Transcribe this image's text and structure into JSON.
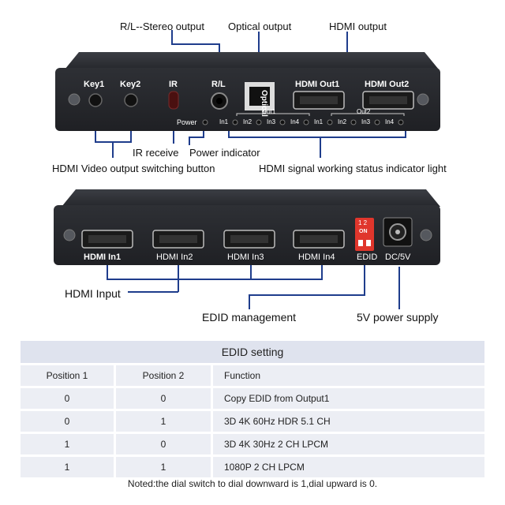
{
  "callouts": {
    "stereo": "R/L--Stereo output",
    "optical": "Optical output",
    "hdmi_out": "HDMI output",
    "ir_receive": "IR receive",
    "power_indicator": "Power indicator",
    "switch_button": "HDMI Video output switching button",
    "status_light": "HDMI signal working status indicator light",
    "hdmi_input": "HDMI Input",
    "edid_mgmt": "EDID management",
    "power_supply": "5V power supply"
  },
  "front_panel": {
    "key1": "Key1",
    "key2": "Key2",
    "ir": "IR",
    "rl": "R/L",
    "optical": "Optical",
    "hdmi_out1": "HDMI Out1",
    "hdmi_out2": "HDMI Out2",
    "power": "Power",
    "out1": "Out1",
    "out2": "Out2",
    "in1": "In1",
    "in2": "In2",
    "in3": "In3",
    "in4": "In4"
  },
  "back_panel": {
    "in1": "HDMI In1",
    "in2": "HDMI In2",
    "in3": "HDMI In3",
    "in4": "HDMI In4",
    "edid": "EDID",
    "dc": "DC/5V",
    "dip_nums": "1  2",
    "dip_on": "ON"
  },
  "edid_table": {
    "title": "EDID setting",
    "headers": [
      "Position 1",
      "Position 2",
      "Function"
    ],
    "rows": [
      [
        "0",
        "0",
        "Copy EDID from Output1"
      ],
      [
        "0",
        "1",
        "3D 4K 60Hz HDR 5.1 CH"
      ],
      [
        "1",
        "0",
        "3D 4K 30Hz 2 CH LPCM"
      ],
      [
        "1",
        "1",
        "1080P 2 CH LPCM"
      ]
    ]
  },
  "note": "Noted:the dial switch to dial downward is 1,dial upward is 0.",
  "colors": {
    "line": "#1f3d8c",
    "device": "#2b2d31",
    "table_head": "#dfe3ee",
    "table_cell": "#eceef4"
  }
}
